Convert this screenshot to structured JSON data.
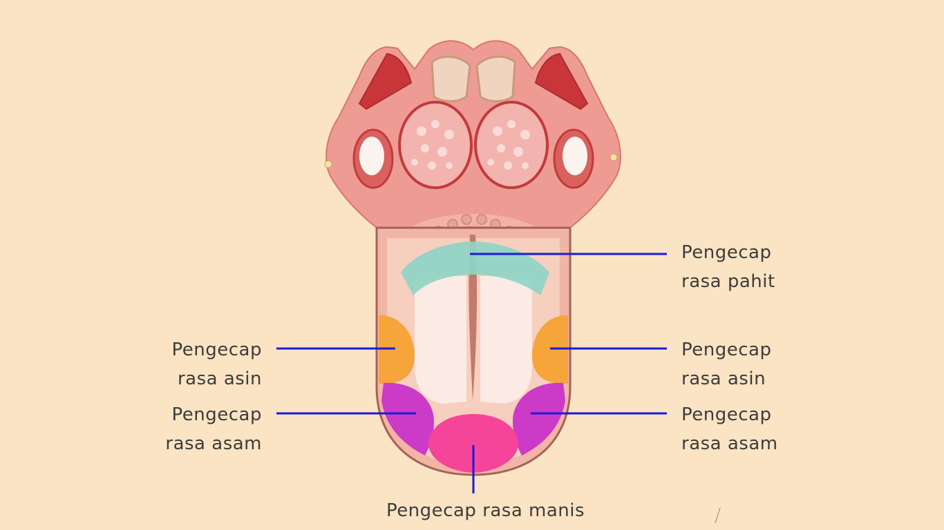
{
  "diagram": {
    "title": "Tongue taste zones",
    "background_color": "#fae4c3",
    "leader_line_color": "#1a1adc",
    "label_color": "#3c3c3c"
  },
  "zones": {
    "pahit": {
      "color": "#8fd5c6",
      "name": "bitter"
    },
    "asin": {
      "color": "#f5a53a",
      "name": "salty"
    },
    "asam": {
      "color": "#cc3ac8",
      "name": "sour"
    },
    "manis": {
      "color": "#f5459a",
      "name": "sweet"
    }
  },
  "labels": {
    "pahit_right": {
      "line1": "Pengecap",
      "line2": "rasa pahit"
    },
    "asin_left": {
      "line1": "Pengecap",
      "line2": "rasa asin"
    },
    "asin_right": {
      "line1": "Pengecap",
      "line2": "rasa asin"
    },
    "asam_left": {
      "line1": "Pengecap",
      "line2": "rasa asam"
    },
    "asam_right": {
      "line1": "Pengecap",
      "line2": "rasa asam"
    },
    "manis_bottom": {
      "text": "Pengecap rasa manis"
    }
  }
}
